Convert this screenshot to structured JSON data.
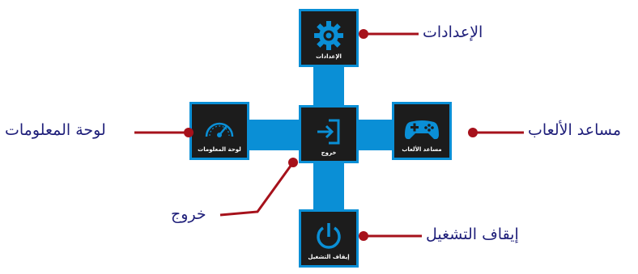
{
  "menu": {
    "settings": {
      "label": "الإعدادات",
      "icon": "gear-icon"
    },
    "dashboard": {
      "label": "لوحة المعلومات",
      "icon": "speedometer-icon"
    },
    "exit": {
      "label": "خروج",
      "icon": "exit-icon"
    },
    "game_assist": {
      "label": "مساعد الألعاب",
      "icon": "gamepad-icon"
    },
    "power_off": {
      "label": "إيقاف التشغيل",
      "icon": "power-icon"
    }
  },
  "callouts": {
    "settings": "الإعدادات",
    "dashboard": "لوحة المعلومات",
    "exit": "خروج",
    "game_assist": "مساعد الألعاب",
    "power_off": "إيقاف التشغيل"
  },
  "colors": {
    "accent": "#0a8fd6",
    "tile": "#1c1c1c",
    "leader": "#a6111b",
    "callout_text": "#1f1f7a"
  }
}
